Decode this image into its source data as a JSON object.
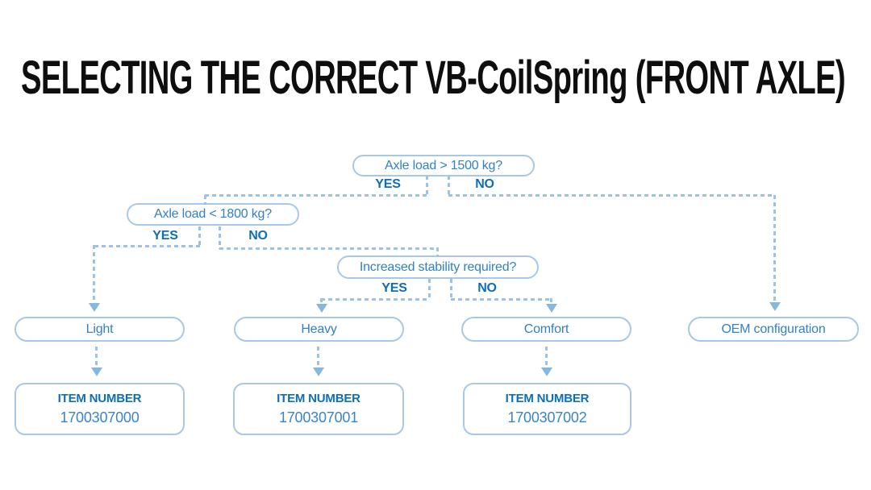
{
  "title": "SELECTING THE CORRECT VB-CoilSpring (FRONT AXLE)",
  "diagram": {
    "decisions": [
      {
        "question": "Axle load > 1500 kg?",
        "yes": "YES",
        "no": "NO"
      },
      {
        "question": "Axle load < 1800 kg?",
        "yes": "YES",
        "no": "NO"
      },
      {
        "question": "Increased stability required?",
        "yes": "YES",
        "no": "NO"
      }
    ],
    "results": [
      {
        "label": "Light",
        "item_label": "ITEM NUMBER",
        "item_number": "1700307000"
      },
      {
        "label": "Heavy",
        "item_label": "ITEM NUMBER",
        "item_number": "1700307001"
      },
      {
        "label": "Comfort",
        "item_label": "ITEM NUMBER",
        "item_number": "1700307002"
      },
      {
        "label": "OEM configuration"
      }
    ],
    "colors": {
      "background": "#ffffff",
      "title_text": "#0e0e0e",
      "box_border": "#a8c8e8",
      "box_text": "#3181c4",
      "bold_label_text": "#0e6eb8",
      "connector_dash": "#9cc3e5",
      "arrowhead": "#85b8dd"
    }
  }
}
